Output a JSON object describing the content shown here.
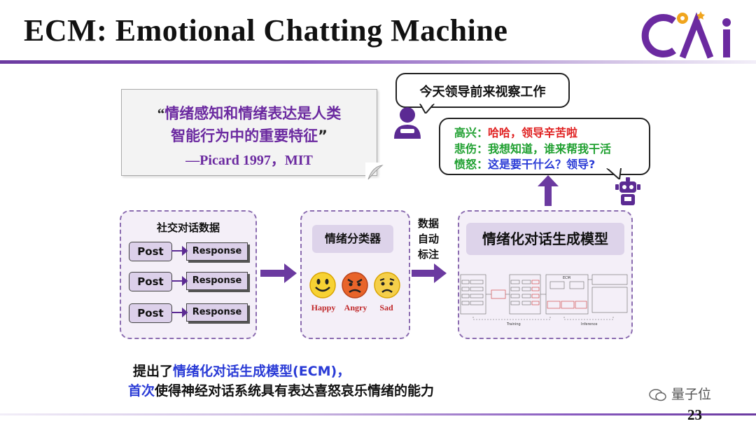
{
  "slide": {
    "title": "ECM: Emotional Chatting Machine",
    "page_number": "23",
    "logo_text": "CAI"
  },
  "quote": {
    "open_mark": "“",
    "line1": "情绪感知和情绪表达是人类",
    "line2_text": "智能行为中的重要特征",
    "close_mark": "”",
    "attribution": "—Picard 1997，MIT"
  },
  "chat": {
    "user_message": "今天领导前来视察工作",
    "responses": [
      {
        "emotion": "高兴：",
        "text": "哈哈，领导辛苦啦",
        "color": "#e02020"
      },
      {
        "emotion": "悲伤：",
        "text": "我想知道，谁来帮我干活",
        "color": "#1fa030"
      },
      {
        "emotion": "愤怒：",
        "text": "这是要干什么？领导?",
        "color": "#2a3bd6"
      }
    ]
  },
  "pipeline": {
    "data_box_title": "社交对话数据",
    "pairs": [
      {
        "post": "Post",
        "response": "Response"
      },
      {
        "post": "Post",
        "response": "Response"
      },
      {
        "post": "Post",
        "response": "Response"
      }
    ],
    "classifier_title": "情绪分类器",
    "emotions": [
      {
        "label": "Happy",
        "face": "happy"
      },
      {
        "label": "Angry",
        "face": "angry"
      },
      {
        "label": "Sad",
        "face": "sad"
      }
    ],
    "auto_label": [
      "数据",
      "自动",
      "标注"
    ],
    "model_title": "情绪化对话生成模型",
    "diagram_ecm": "ECM",
    "diagram_training": "Training",
    "diagram_inference": "Inference"
  },
  "summary": {
    "line1_prefix": "提出了",
    "line1_highlight": "情绪化对话生成模型(ECM)，",
    "line2_highlight": "首次",
    "line2_rest": "使得神经对话系统具有表达喜怒哀乐情绪的能力"
  },
  "watermark": "量子位",
  "colors": {
    "accent": "#6b3aa0",
    "highlight_blue": "#2a3bd6",
    "box_fill": "#f4eff8"
  }
}
